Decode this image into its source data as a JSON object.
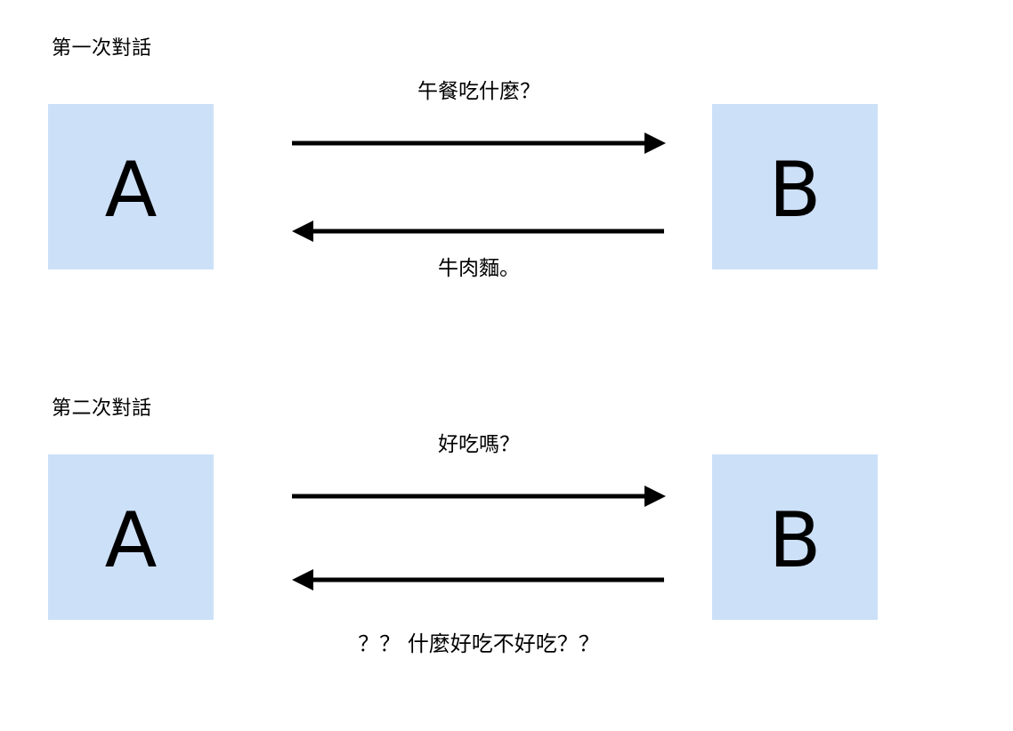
{
  "meta": {
    "background_color": "#ffffff",
    "box_fill_color": "#cce0f8",
    "ink_color": "#000000"
  },
  "diagram": {
    "type": "sequence-conversation",
    "sections": [
      {
        "id": "first-dialogue",
        "title": "第一次對話",
        "actor_left": "A",
        "actor_right": "B",
        "messages": [
          {
            "direction": "left-to-right",
            "label": "午餐吃什麼？",
            "label_position": "above"
          },
          {
            "direction": "right-to-left",
            "label": "牛肉麵。",
            "label_position": "below"
          }
        ]
      },
      {
        "id": "second-dialogue",
        "title": "第二次對話",
        "actor_left": "A",
        "actor_right": "B",
        "messages": [
          {
            "direction": "left-to-right",
            "label": "好吃嗎？",
            "label_position": "above"
          },
          {
            "direction": "right-to-left",
            "label": "？？ 什麼好吃不好吃？？",
            "label_position": "below"
          }
        ]
      }
    ]
  }
}
